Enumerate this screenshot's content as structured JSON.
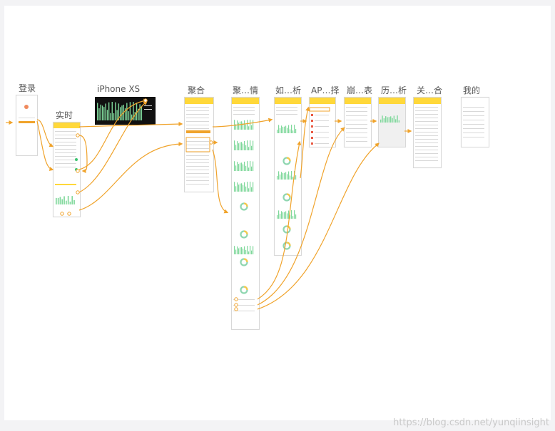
{
  "screens": [
    {
      "id": "login",
      "label": "登录"
    },
    {
      "id": "realtime",
      "label": "实时"
    },
    {
      "id": "iphonexs",
      "label": "iPhone XS"
    },
    {
      "id": "aggregate",
      "label": "聚合"
    },
    {
      "id": "agg_detail",
      "label": "聚…情"
    },
    {
      "id": "how_analyze",
      "label": "如…析"
    },
    {
      "id": "ap_select",
      "label": "AP…择"
    },
    {
      "id": "crash_report",
      "label": "崩…表"
    },
    {
      "id": "history_analysis",
      "label": "历…析"
    },
    {
      "id": "about",
      "label": "关…合"
    },
    {
      "id": "mine",
      "label": "我的"
    }
  ],
  "watermark": "https://blog.csdn.net/yunqiinsight",
  "colors": {
    "accent": "#f0a32b",
    "header": "#ffd83a",
    "chart": "#7fd89b"
  }
}
